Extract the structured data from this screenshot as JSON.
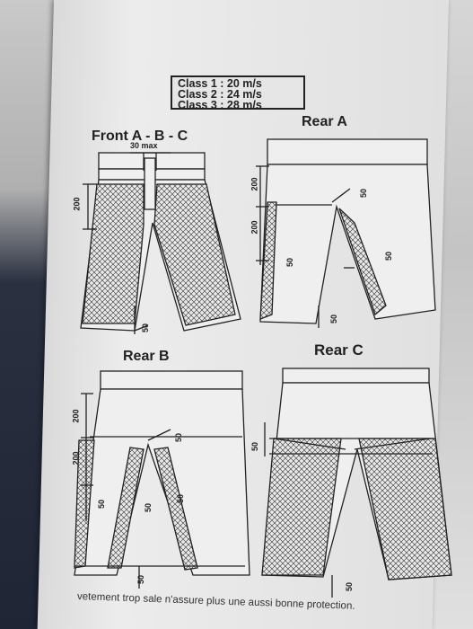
{
  "class_box": {
    "line1": "Class 1 : 20 m/s",
    "line2": "Class 2 : 24 m/s",
    "line3": "Class 3 : 28 m/s"
  },
  "figures": {
    "front_title": "Front A - B - C",
    "rear_a_title": "Rear A",
    "rear_b_title": "Rear B",
    "rear_c_title": "Rear C"
  },
  "dimensions": {
    "d30max": "30 max",
    "d200": "200",
    "d50": "50"
  },
  "footer": {
    "text": "vetement trop sale n'assure plus une aussi bonne protection."
  },
  "colors": {
    "ink": "#222222",
    "paper": "#ececec"
  }
}
